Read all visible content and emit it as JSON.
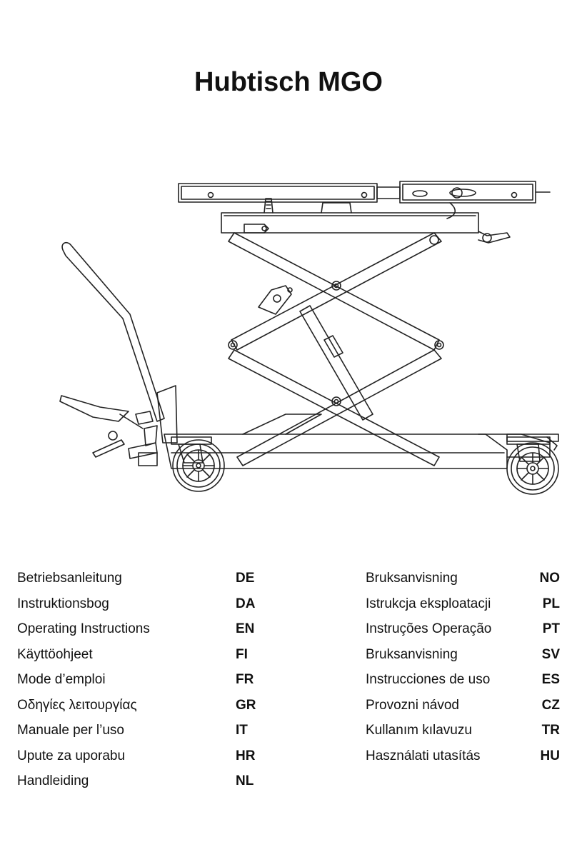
{
  "title": "Hubtisch MGO",
  "languages_left": [
    {
      "name": "Betriebsanleitung",
      "code": "DE"
    },
    {
      "name": "Instruktionsbog",
      "code": "DA"
    },
    {
      "name": "Operating Instructions",
      "code": "EN"
    },
    {
      "name": "Käyttöohjeet",
      "code": "FI"
    },
    {
      "name": "Mode d’emploi",
      "code": "FR"
    },
    {
      "name": "Οδηγίες λειτουργίας",
      "code": "GR"
    },
    {
      "name": "Manuale per l’uso",
      "code": "IT"
    },
    {
      "name": "Upute za uporabu",
      "code": "HR"
    },
    {
      "name": "Handleiding",
      "code": "NL"
    }
  ],
  "languages_right": [
    {
      "name": "Bruksanvisning",
      "code": "NO"
    },
    {
      "name": "Istrukcja eksploatacji",
      "code": "PL"
    },
    {
      "name": "Instruções Operação",
      "code": "PT"
    },
    {
      "name": "Bruksanvisning",
      "code": "SV"
    },
    {
      "name": "Instrucciones de uso",
      "code": "ES"
    },
    {
      "name": "Provozni návod",
      "code": "CZ"
    },
    {
      "name": "Kullanım kılavuzu",
      "code": "TR"
    },
    {
      "name": "Használati utasítás",
      "code": "HU"
    }
  ]
}
